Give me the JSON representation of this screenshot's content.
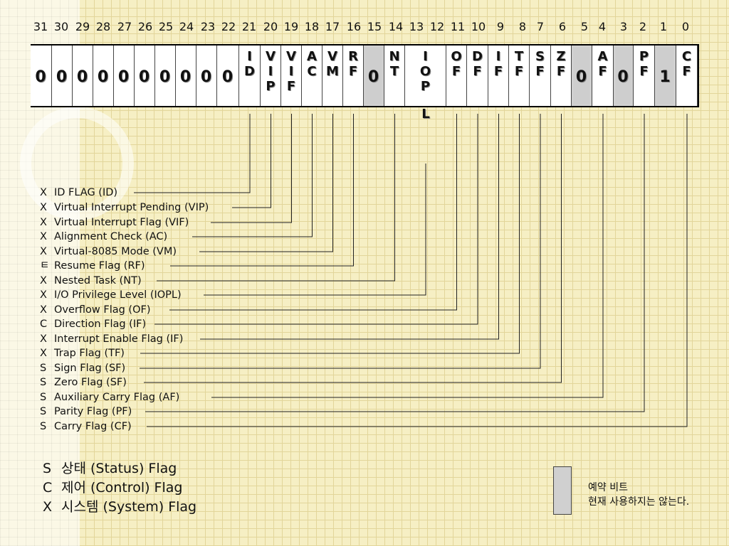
{
  "bit_numbers": [
    "31",
    "30",
    "29",
    "28",
    "27",
    "26",
    "25",
    "24",
    "23",
    "22",
    "21",
    "20",
    "19",
    "18",
    "17",
    "16",
    "15",
    "14",
    "13",
    "12",
    "11",
    "10",
    "9",
    "8",
    "7",
    "6",
    "5",
    "4",
    "3",
    "2",
    "1",
    "0"
  ],
  "cells": [
    {
      "text": "0",
      "reserved": false
    },
    {
      "text": "0",
      "reserved": false
    },
    {
      "text": "0",
      "reserved": false
    },
    {
      "text": "0",
      "reserved": false
    },
    {
      "text": "0",
      "reserved": false
    },
    {
      "text": "0",
      "reserved": false
    },
    {
      "text": "0",
      "reserved": false
    },
    {
      "text": "0",
      "reserved": false
    },
    {
      "text": "0",
      "reserved": false
    },
    {
      "text": "0",
      "reserved": false
    },
    {
      "text": "I\nD",
      "reserved": false
    },
    {
      "text": "V\nI\nP",
      "reserved": false
    },
    {
      "text": "V\nI\nF",
      "reserved": false
    },
    {
      "text": "A\nC",
      "reserved": false
    },
    {
      "text": "V\nM",
      "reserved": false
    },
    {
      "text": "R\nF",
      "reserved": false
    },
    {
      "text": "0",
      "reserved": true
    },
    {
      "text": "N\nT",
      "reserved": false
    },
    {
      "text": "I\nO\nP\nL",
      "reserved": false
    },
    {
      "text": "O\nF",
      "reserved": false
    },
    {
      "text": "D\nF",
      "reserved": false
    },
    {
      "text": "I\nF",
      "reserved": false
    },
    {
      "text": "T\nF",
      "reserved": false
    },
    {
      "text": "S\nF",
      "reserved": false
    },
    {
      "text": "Z\nF",
      "reserved": false
    },
    {
      "text": "0",
      "reserved": true
    },
    {
      "text": "A\nF",
      "reserved": false
    },
    {
      "text": "0",
      "reserved": true
    },
    {
      "text": "P\nF",
      "reserved": false
    },
    {
      "text": "1",
      "reserved": true
    },
    {
      "text": "C\nF",
      "reserved": false
    }
  ],
  "flags": [
    {
      "type": "X",
      "label": "ID FLAG (ID)"
    },
    {
      "type": "X",
      "label": "Virtual Interrupt Pending (VIP)"
    },
    {
      "type": "X",
      "label": "Virtual Interrupt Flag (VIF)"
    },
    {
      "type": "X",
      "label": "Alignment Check (AC)"
    },
    {
      "type": "X",
      "label": "Virtual-8085 Mode (VM)"
    },
    {
      "type": "ㅌ",
      "label": "Resume Flag (RF)"
    },
    {
      "type": "X",
      "label": "Nested Task (NT)"
    },
    {
      "type": "X",
      "label": "I/O Privilege Level (IOPL)"
    },
    {
      "type": "X",
      "label": "Overflow Flag (OF)"
    },
    {
      "type": "C",
      "label": "Direction Flag (IF)"
    },
    {
      "type": "X",
      "label": "Interrupt Enable Flag (IF)"
    },
    {
      "type": "X",
      "label": "Trap Flag (TF)"
    },
    {
      "type": "S",
      "label": "Sign Flag (SF)"
    },
    {
      "type": "S",
      "label": "Zero Flag (SF)"
    },
    {
      "type": "S",
      "label": "Auxiliary Carry Flag (AF)"
    },
    {
      "type": "S",
      "label": "Parity Flag (PF)"
    },
    {
      "type": "S",
      "label": "Carry Flag (CF)"
    }
  ],
  "legend": [
    {
      "type": "S",
      "label": "상태 (Status) Flag"
    },
    {
      "type": "C",
      "label": "제어 (Control) Flag"
    },
    {
      "type": "X",
      "label": "시스템 (System) Flag"
    }
  ],
  "reserved_note": {
    "line1": "예약 비트",
    "line2": "현재 사용하지는 않는다."
  }
}
